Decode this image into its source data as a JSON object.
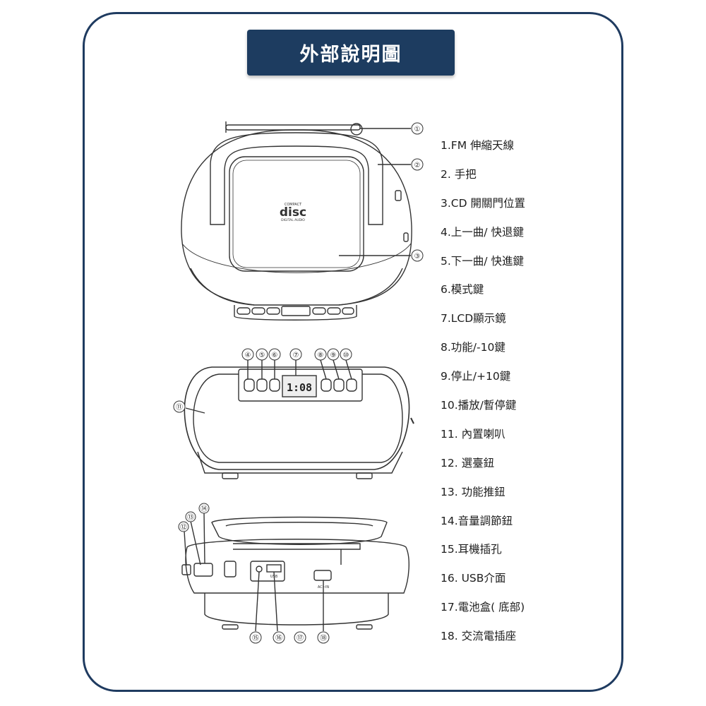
{
  "title": "外部說明圖",
  "legend": [
    "1.FM 伸縮天線",
    "2. 手把",
    "3.CD 開關門位置",
    "4.上一曲/ 快退鍵",
    "5.下一曲/ 快進鍵",
    "6.模式鍵",
    "7.LCD顯示鏡",
    "8.功能/-10鍵",
    "9.停止/+10鍵",
    "10.播放/暫停鍵",
    "11. 內置喇叭",
    "12. 選臺鈕",
    "13. 功能推鈕",
    "14.音量調節鈕",
    "15.耳機插孔",
    "16. USB介面",
    "17.電池盒( 底部)",
    "18. 交流電插座"
  ],
  "callouts": [
    "①",
    "②",
    "③",
    "④",
    "⑤",
    "⑥",
    "⑦",
    "⑧",
    "⑨",
    "⑩",
    "⑪",
    "⑫",
    "⑬",
    "⑭",
    "⑮",
    "⑯",
    "⑰",
    "⑱"
  ],
  "device": {
    "disc_logo": "disc",
    "disc_logo_top": "COMPACT",
    "disc_logo_bottom": "DIGITAL AUDIO",
    "lcd_time": "1:08",
    "usb_label": "USB",
    "ac_label": "AC~IN"
  },
  "colors": {
    "frame": "#1f3b60",
    "title_bg": "#1d3c60",
    "title_text": "#ffffff",
    "line": "#333333"
  }
}
